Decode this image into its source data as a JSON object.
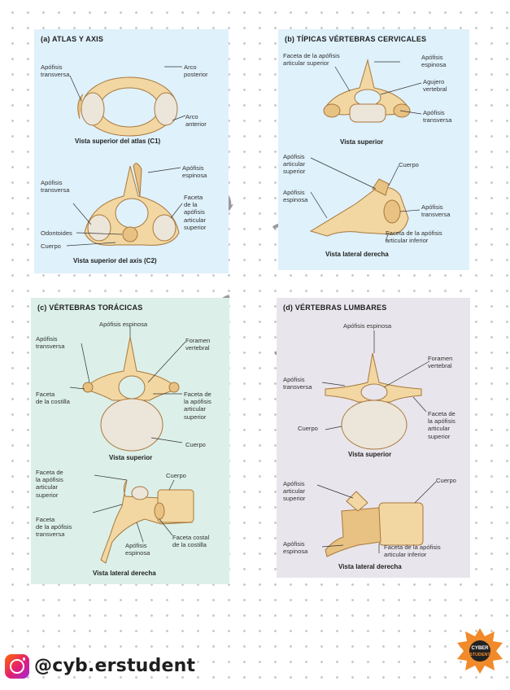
{
  "panel_a": {
    "title": "(a)  ATLAS Y AXIS",
    "labels": {
      "apofisis_transversa_1": "Apófisis\ntransversa",
      "arco_posterior": "Arco\nposterior",
      "arco_anterior": "Arco\nanterior",
      "apofisis_transversa_2": "Apófisis\ntransversa",
      "apofisis_espinosa": "Apófisis\nespinosa",
      "faceta_articular": "Faceta\nde la\napófisis\narticular\nsuperior",
      "odontoides": "Odontoides",
      "cuerpo": "Cuerpo"
    },
    "caption_atlas": "Vista superior del atlas (C1)",
    "caption_axis": "Vista superior del axis (C2)"
  },
  "panel_b": {
    "title": "(b)  TÍPICAS VÉRTEBRAS CERVICALES",
    "labels": {
      "faceta_apofisis": "Faceta de la apófisis\narticular superior",
      "apofisis_espinosa": "Apófisis\nespinosa",
      "agujero_vertebral": "Agujero\nvertebral",
      "apofisis_transversa": "Apófisis\ntransversa",
      "apofisis_articular_superior": "Apófisis\narticular\nsuperior",
      "cuerpo": "Cuerpo",
      "apofisis_espinosa_2": "Apófisis\nespinosa",
      "apofisis_transversa_2": "Apófisis\ntransversa",
      "faceta_inferior": "Faceta de la apófisis\narticular inferior"
    },
    "caption_superior": "Vista superior",
    "caption_lateral": "Vista lateral derecha"
  },
  "panel_c": {
    "title": "(c)  VÉRTEBRAS TORÁCICAS",
    "labels": {
      "apofisis_espinosa": "Apófisis espinosa",
      "apofisis_transversa": "Apófisis\ntransversa",
      "foramen_vertebral": "Foramen\nvertebral",
      "faceta_costilla": "Faceta\nde la costilla",
      "faceta_apofisis": "Faceta de\nla apófisis\narticular\nsuperior",
      "cuerpo": "Cuerpo",
      "faceta_apofisis_2": "Faceta de\nla apófisis\narticular\nsuperior",
      "cuerpo_2": "Cuerpo",
      "faceta_transversa": "Faceta\nde la apófisis\ntransversa",
      "faceta_costal": "Faceta costal\nde la costilla",
      "apofisis_espinosa_2": "Apófisis\nespinosa"
    },
    "caption_superior": "Vista superior",
    "caption_lateral": "Vista lateral derecha"
  },
  "panel_d": {
    "title": "(d)  VÉRTEBRAS LUMBARES",
    "labels": {
      "apofisis_espinosa": "Apófisis espinosa",
      "foramen_vertebral": "Foramen\nvertebral",
      "apofisis_transversa": "Apófisis\ntransversa",
      "faceta_apofisis": "Faceta de\nla apófisis\narticular\nsuperior",
      "cuerpo": "Cuerpo",
      "apofisis_articular_superior": "Apófisis\narticular\nsuperior",
      "cuerpo_2": "Cuerpo",
      "apofisis_espinosa_2": "Apófisis\nespinosa",
      "faceta_inferior": "Faceta de la apófisis\narticular inferior"
    },
    "caption_superior": "Vista superior",
    "caption_lateral": "Vista lateral derecha"
  },
  "footer": {
    "handle": "@cyb.erstudent",
    "icon": "instagram-icon",
    "sticker_text": "CYBER\nSTUDENT"
  },
  "colors": {
    "panel_a_bg": "#dff1fb",
    "panel_b_bg": "#dff1fb",
    "panel_c_bg": "#dcf0e9",
    "panel_d_bg": "#e9e5ec",
    "bone": "#f2d7a2",
    "arrow": "#9a9a9a"
  }
}
